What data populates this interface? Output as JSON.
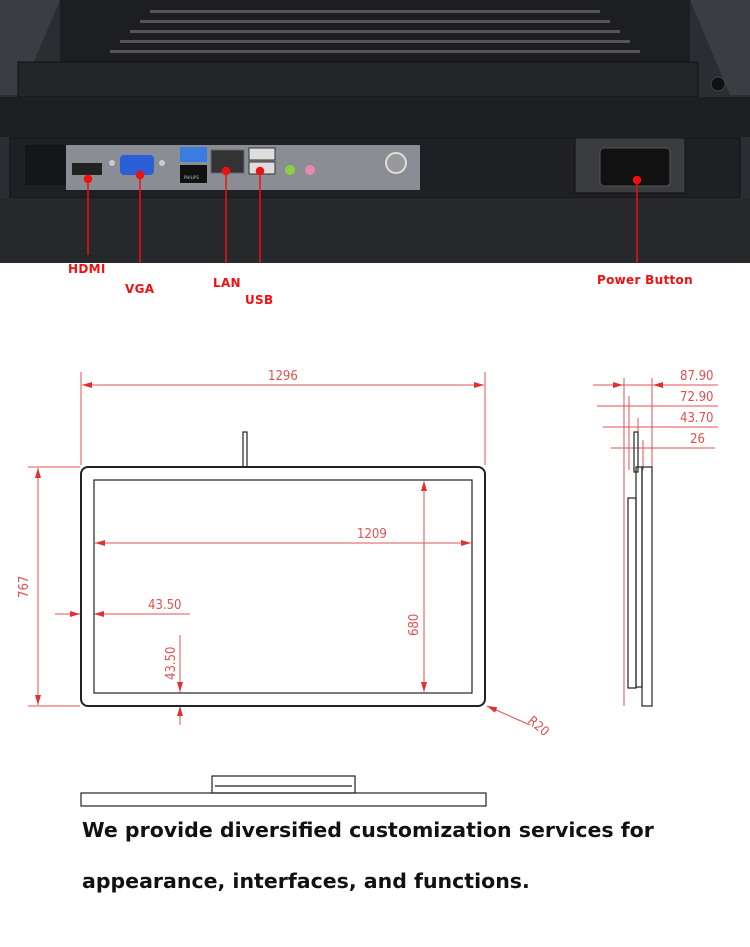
{
  "photo": {
    "port_labels": [
      "HDMI",
      "VGA",
      "LAN",
      "USB",
      "Power Button"
    ],
    "usb_brand_text": "PHILIPS",
    "label_color": "#f01010"
  },
  "drawing": {
    "line_color": "#e05050",
    "dimensions": {
      "overall_width": "1296",
      "overall_height": "767",
      "screen_width": "1209",
      "screen_height": "680",
      "side_bezel": "43.50",
      "bottom_bezel": "43.50",
      "corner_radius": "R20",
      "depth_total": "87.90",
      "depth_2": "72.90",
      "depth_3": "43.70",
      "depth_4": "26"
    }
  },
  "caption": {
    "line1": "We provide diversified customization services for",
    "line2": "appearance, interfaces, and functions."
  }
}
